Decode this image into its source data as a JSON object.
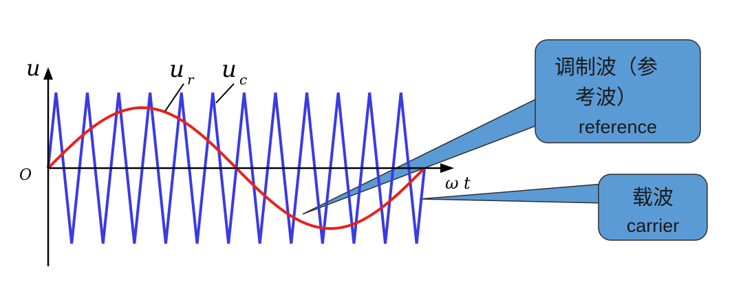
{
  "labels": {
    "u_axis": "u",
    "origin": "O",
    "omega": "ω",
    "t": "t",
    "ur_base": "u",
    "ur_sub": "r",
    "uc_base": "u",
    "uc_sub": "c"
  },
  "callouts": {
    "reference": {
      "line1": "调制波（参",
      "line2": "考波）",
      "line3": "reference"
    },
    "carrier": {
      "line1": "载波",
      "line2": "carrier"
    }
  },
  "colors": {
    "reference_wave": "#e8221b",
    "carrier_wave": "#3a3ae6",
    "callout_fill": "#5b9bd5",
    "callout_stroke": "#2f2f2f",
    "axis": "#000000"
  },
  "waves": {
    "reference_cycles": 1,
    "carrier_cycles": 12
  }
}
